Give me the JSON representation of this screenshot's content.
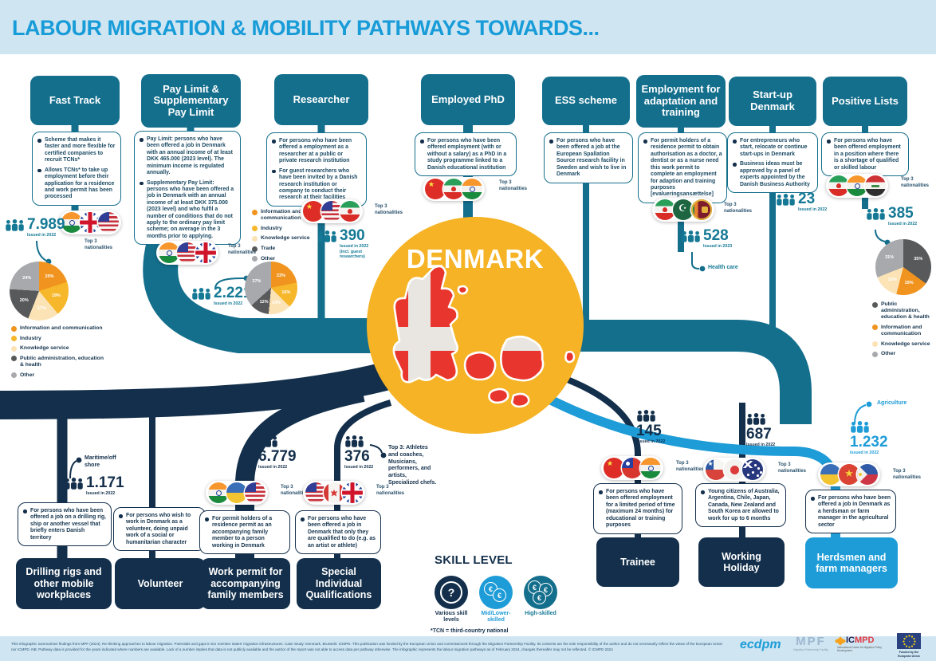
{
  "title": "LABOUR MIGRATION & MOBILITY PATHWAYS TOWARDS...",
  "center_label": "DENMARK",
  "labels": {
    "top3": "Top 3 nationalities"
  },
  "top_pathways": [
    {
      "title": "Fast Track",
      "bullets": [
        "Scheme that makes it faster and more flexible for certified companies to recruit TCNs*",
        "Allows TCNs* to take up employment before their application for a residence and work permit has been processed"
      ],
      "stat": "7.989",
      "stat_caption": "Issued in 2022",
      "nationalities": [
        "India",
        "United Kingdom",
        "United States"
      ]
    },
    {
      "title": "Pay Limit & Supplementary Pay Limit",
      "bullets": [
        "Pay Limit: persons who have been offered a job in Denmark with an annual income of at least DKK 465.000 (2023 level). The minimum income is regulated annually.",
        "Supplementary Pay Limit: persons who have been offered a job in Denmark with an annual income of at least DKK 375.000 (2023 level) and who fulfil a number of conditions that do not apply to the ordinary pay limit scheme; on average in the 3 months prior to applying."
      ],
      "stat": "2.221",
      "stat_caption": "Issued in 2022",
      "nationalities": [
        "India",
        "United States",
        "United Kingdom"
      ]
    },
    {
      "title": "Researcher",
      "bullets": [
        "For persons who have been offered a employment as a researcher at a public or private research institution",
        "For guest researchers who have been invited by a Danish research institution or company to conduct their research at their facilities"
      ],
      "stat": "390",
      "stat_caption": "Issued in 2022 (incl. guest researchers)",
      "nationalities": [
        "China",
        "United States",
        "Iran"
      ]
    },
    {
      "title": "Employed PhD",
      "bullets": [
        "For persons who have been offered employment (with or without a salary) as a PhD in a study programme linked to a Danish educational institution"
      ],
      "nationalities": [
        "China",
        "Iran",
        "India"
      ]
    },
    {
      "title": "ESS scheme",
      "bullets": [
        "For persons who have been offered a job at the European Spallation Source research facility in Sweden and wish to live in Denmark"
      ]
    },
    {
      "title": "Employment for adaptation and training",
      "bullets": [
        "For permit holders of a residence permit to obtain authorisation as a doctor, a dentist or as a nurse need this work permit to complete an employment for adaption and training purposes [evalueringsansættelse]"
      ],
      "stat": "528",
      "stat_caption": "Issued in 2023",
      "annotation": "Health care",
      "nationalities": [
        "Iran",
        "Pakistan",
        "Sri Lanka"
      ]
    },
    {
      "title": "Start-up Denmark",
      "bullets": [
        "For entrepreneurs who start, relocate or continue start-ups in Denmark",
        "Business ideas must be approved by a panel of experts appointed by the Danish Business Authority"
      ],
      "stat": "23",
      "stat_caption": "Issued in 2022"
    },
    {
      "title": "Positive Lists",
      "bullets": [
        "For persons who have been offered employment in a position where there is a shortage of qualified or skilled labour"
      ],
      "stat": "385",
      "stat_caption": "Issued in 2022",
      "nationalities": [
        "Iran",
        "India",
        "Iraq"
      ]
    }
  ],
  "bottom_pathways": [
    {
      "title": "Drilling rigs and other mobile workplaces",
      "bullets": [
        "For persons who have been offered a job on a drilling rig, ship or another vessel that briefly enters Danish territory"
      ],
      "stat": "1.171",
      "stat_caption": "Issued in 2022",
      "annotation": "Maritime/off shore"
    },
    {
      "title": "Volunteer",
      "bullets": [
        "For persons who wish to work in Denmark as a volunteer, doing unpaid work of a social or humanitarian character"
      ]
    },
    {
      "title": "Work permit for accompanying family members",
      "bullets": [
        "For permit holders of a residence permit as an accompanying family member to a person working in Denmark"
      ],
      "stat": "6.779",
      "stat_caption": "Issued in 2022",
      "nationalities": [
        "India",
        "Ukraine",
        "United States"
      ]
    },
    {
      "title": "Special Individual Qualifications",
      "bullets": [
        "For persons who have been offered a job in Denmark that only they are qualified to do (e.g. as an artist or athlete)"
      ],
      "stat": "376",
      "stat_caption": "Issued in 2022",
      "annotation": "Top 3: Athletes and coaches, Musicians, performers, and artists, Specialized chefs.",
      "nationalities": [
        "United States",
        "Canada",
        "United Kingdom"
      ]
    },
    {
      "title": "Trainee",
      "bullets": [
        "For persons who have been offered employment for a limited period of time (maximum 24 months) for educational or training purposes"
      ],
      "stat": "145",
      "stat_caption": "Issued in 2022",
      "nationalities": [
        "China",
        "Taiwan",
        "India"
      ]
    },
    {
      "title": "Working Holiday",
      "bullets": [
        "Young citizens of Australia, Argentina, Chile, Japan, Canada, New Zealand and South Korea are allowed to work for up to 6 months"
      ],
      "stat": "687",
      "stat_caption": "Issued in 2022",
      "nationalities": [
        "Chile",
        "Japan",
        "Australia"
      ]
    },
    {
      "title": "Herdsmen and farm managers",
      "bullets": [
        "For persons who have been offered a job in Denmark as a herdsman or farm manager in the agricultural sector"
      ],
      "stat": "1.232",
      "stat_caption": "Issued in 2022",
      "annotation": "Agriculture",
      "nationalities": [
        "Ukraine",
        "Vietnam",
        "Philippines"
      ]
    }
  ],
  "chart_data": [
    {
      "type": "pie",
      "pathway": "Fast Track",
      "labels": [
        "Information and communication",
        "Industry",
        "Knowledge service",
        "Public administration, education & health",
        "Other"
      ],
      "values": [
        20,
        19,
        17,
        20,
        24
      ],
      "colors": [
        "#f0941f",
        "#f7b72a",
        "#fbe3b6",
        "#58595b",
        "#a7a9ac"
      ],
      "legend_position": "below"
    },
    {
      "type": "pie",
      "pathway": "Pay Limit & Supplementary Pay Limit",
      "labels": [
        "Information and communication",
        "Industry",
        "Knowledge service",
        "Trade",
        "Other"
      ],
      "values": [
        22,
        16,
        14,
        12,
        37
      ],
      "colors": [
        "#f0941f",
        "#f7b72a",
        "#fbe3b6",
        "#58595b",
        "#a7a9ac"
      ],
      "legend_position": "above"
    },
    {
      "type": "pie",
      "pathway": "Positive Lists",
      "labels": [
        "Public administration, education & health",
        "Information and communication",
        "Knowledge service",
        "Other"
      ],
      "values": [
        35,
        19,
        15,
        31
      ],
      "colors": [
        "#58595b",
        "#f0941f",
        "#fbe3b6",
        "#a7a9ac"
      ],
      "legend_position": "below"
    }
  ],
  "skill_legend": {
    "title": "SKILL LEVEL",
    "items": [
      {
        "label": "Various skill levels"
      },
      {
        "label": "Mid/Lower-skilled"
      },
      {
        "label": "High-skilled"
      }
    ],
    "footnote": "*TCN = third-country national"
  },
  "footer": {
    "text": "This infographic summarises findings from MPF (2024). Re-thinking approaches to labour migration. Potentials and gaps in EU member states' migration infrastructures. Case Study: Denmark, Brussels: ICMPD. This publication was funded by the European Union and commissioned through the Migration Partnership Facility. Its contents are the sole responsibility of the author and do not necessarily reflect the views of the European Union nor ICMPD. NB: Pathway data is provided for the years indicated where numbers are available. Lack of a number implies that data is not publicly available and the author of the report was not able to access data per pathway otherwise. The infographic represents the labour migration pathways as of February 2024, changes thereafter may not be reflected. © ICMPD 2024",
    "logos": {
      "ecdpm": "ecdpm",
      "mpf_name": "MPF",
      "mpf_caption": "Migration Partnership Facility",
      "icmpd_name_left": "IC",
      "icmpd_name_right": "MPD",
      "icmpd_caption": "International Centre for Migration Policy Development",
      "eu_caption": "Funded by the European Union"
    }
  }
}
